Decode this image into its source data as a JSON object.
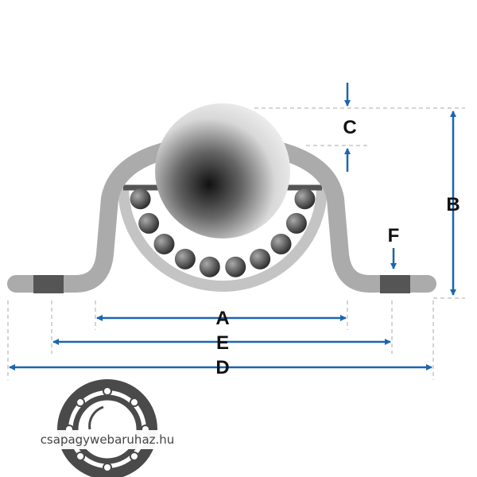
{
  "labels": {
    "A": "A",
    "B": "B",
    "C": "C",
    "D": "D",
    "E": "E",
    "F": "F"
  },
  "logo": {
    "text": "csapagywebaruhaz.hu"
  },
  "colors": {
    "dimension": "#1a66b0",
    "bracket": "#ababab",
    "pad": "#555555",
    "logo": "#4a4a4a"
  }
}
